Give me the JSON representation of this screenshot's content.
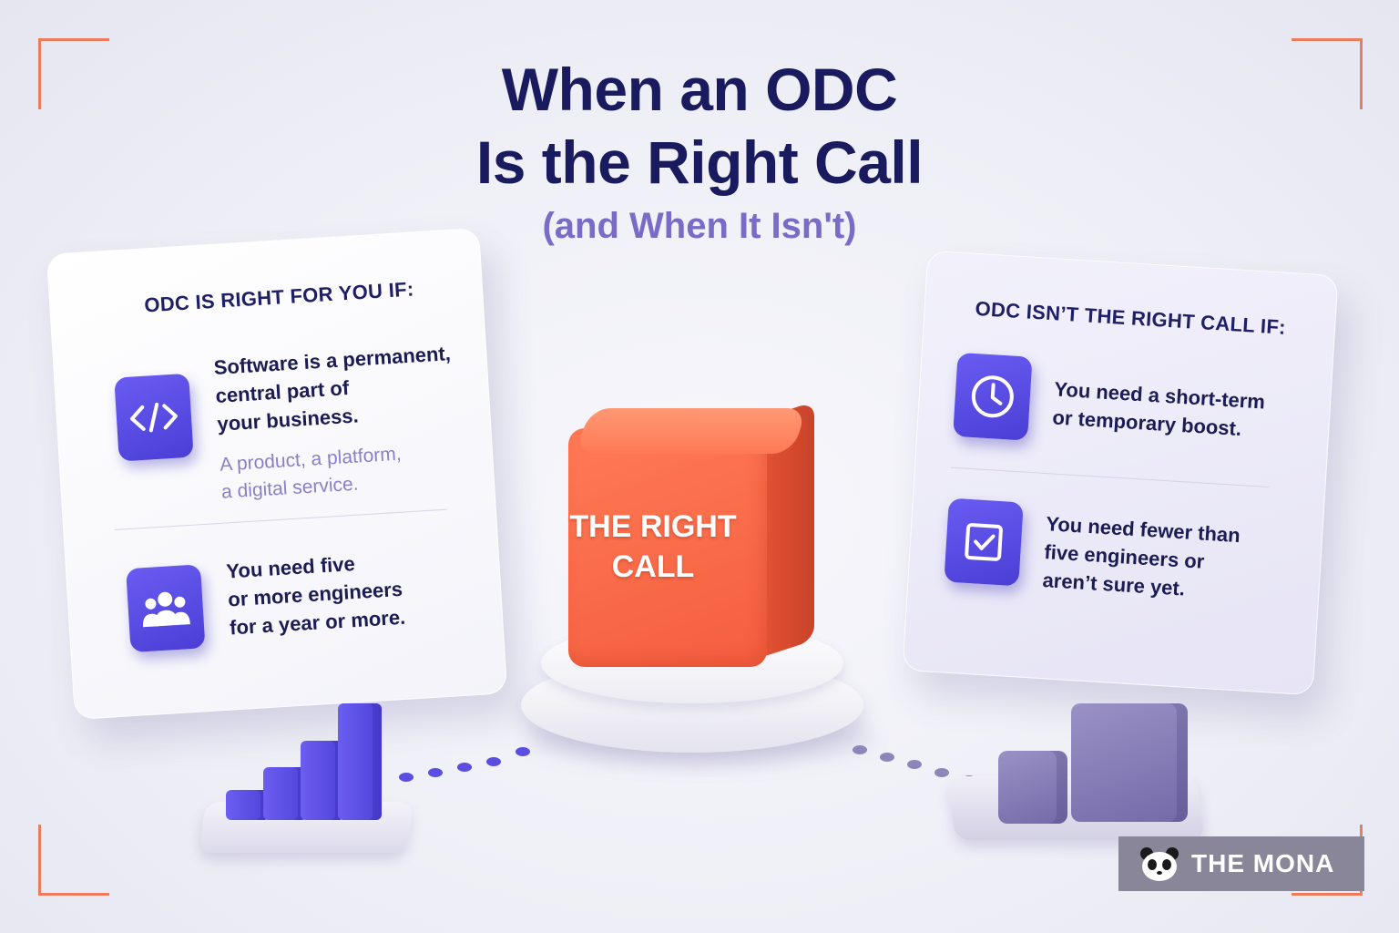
{
  "title": {
    "line1": "When an ODC",
    "line2": "Is the Right Call"
  },
  "subtitle": "(and When It Isn't)",
  "left_card": {
    "heading": "ODC IS RIGHT FOR YOU IF:",
    "items": [
      {
        "icon": "code-icon",
        "lines": [
          "Software is a permanent,",
          "central part of",
          "your business."
        ],
        "note_lines": [
          "A product, a platform,",
          "a digital service."
        ]
      },
      {
        "icon": "team-icon",
        "lines": [
          "You need five",
          "or more engineers",
          "for a year or more."
        ]
      }
    ]
  },
  "right_card": {
    "heading": "ODC ISN’T THE RIGHT CALL IF:",
    "items": [
      {
        "icon": "clock-icon",
        "lines": [
          "You need a short-term",
          "or temporary boost."
        ]
      },
      {
        "icon": "checkbox-icon",
        "lines": [
          "You need fewer than",
          "five engineers or",
          "aren’t sure yet."
        ]
      }
    ]
  },
  "cube": {
    "line1": "THE RIGHT",
    "line2": "CALL"
  },
  "bar_decoration": {
    "relative_values": [
      0.26,
      0.45,
      0.68,
      1.0
    ]
  },
  "logo": {
    "icon": "panda-icon",
    "text": "THE MONA"
  },
  "colors": {
    "title": "#1a1a5e",
    "subtitle": "#7a6bc6",
    "accent_purple": "#5a4de0",
    "cube_orange": "#f45e3f",
    "corner_orange": "#ee7b5c"
  }
}
